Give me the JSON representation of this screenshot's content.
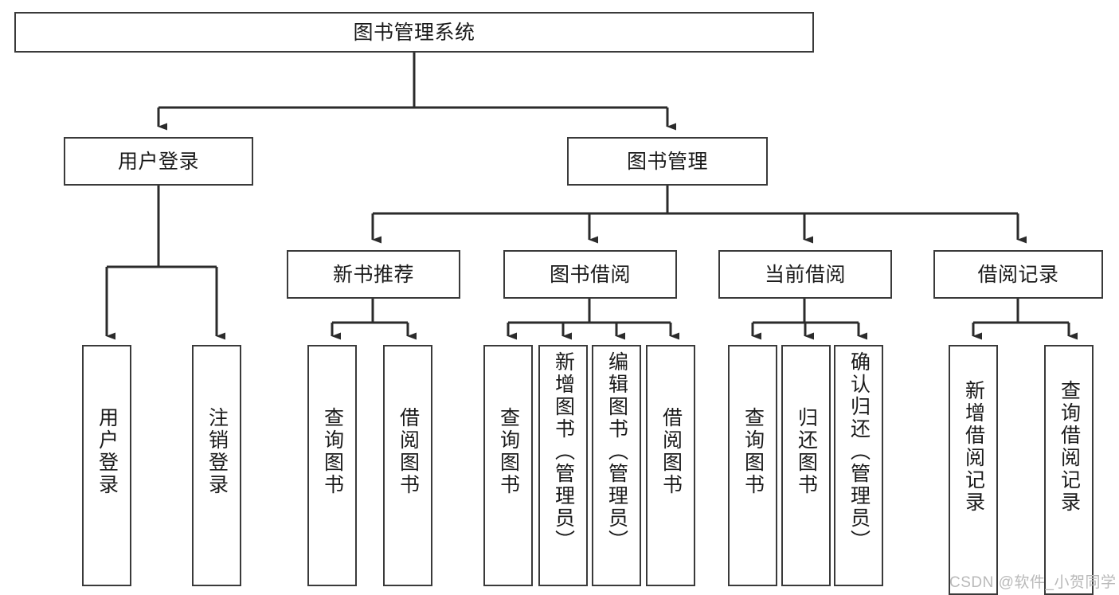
{
  "diagram": {
    "type": "tree-hierarchy",
    "title": "图书管理系统",
    "orientation": "top-down",
    "nodes": {
      "root": {
        "label": "图书管理系统",
        "level": 0
      },
      "user_login": {
        "label": "用户登录",
        "level": 1
      },
      "book_manage": {
        "label": "图书管理",
        "level": 1
      },
      "new_book_rec": {
        "label": "新书推荐",
        "level": 2
      },
      "book_borrow": {
        "label": "图书借阅",
        "level": 2
      },
      "current_borrow": {
        "label": "当前借阅",
        "level": 2
      },
      "borrow_record": {
        "label": "借阅记录",
        "level": 2
      },
      "leaf_user_login": {
        "label": "用户登录",
        "level": 3
      },
      "leaf_logout": {
        "label": "注销登录",
        "level": 3
      },
      "leaf_query_book_a": {
        "label": "查询图书",
        "level": 3
      },
      "leaf_borrow_book_a": {
        "label": "借阅图书",
        "level": 3
      },
      "leaf_query_book_b": {
        "label": "查询图书",
        "level": 3
      },
      "leaf_add_book": {
        "label": "新增图书（管理员）",
        "level": 3
      },
      "leaf_edit_book": {
        "label": "编辑图书（管理员）",
        "level": 3
      },
      "leaf_borrow_book_b": {
        "label": "借阅图书",
        "level": 3
      },
      "leaf_query_book_c": {
        "label": "查询图书",
        "level": 3
      },
      "leaf_return_book": {
        "label": "归还图书",
        "level": 3
      },
      "leaf_confirm_return": {
        "label": "确认归还（管理员）",
        "level": 3
      },
      "leaf_add_record": {
        "label": "新增借阅记录",
        "level": 3
      },
      "leaf_query_record": {
        "label": "查询借阅记录",
        "level": 3
      }
    },
    "edges": [
      {
        "from": "root",
        "to": "user_login"
      },
      {
        "from": "root",
        "to": "book_manage"
      },
      {
        "from": "user_login",
        "to": "leaf_user_login"
      },
      {
        "from": "user_login",
        "to": "leaf_logout"
      },
      {
        "from": "book_manage",
        "to": "new_book_rec"
      },
      {
        "from": "book_manage",
        "to": "book_borrow"
      },
      {
        "from": "book_manage",
        "to": "current_borrow"
      },
      {
        "from": "book_manage",
        "to": "borrow_record"
      },
      {
        "from": "new_book_rec",
        "to": "leaf_query_book_a"
      },
      {
        "from": "new_book_rec",
        "to": "leaf_borrow_book_a"
      },
      {
        "from": "book_borrow",
        "to": "leaf_query_book_b"
      },
      {
        "from": "book_borrow",
        "to": "leaf_add_book"
      },
      {
        "from": "book_borrow",
        "to": "leaf_edit_book"
      },
      {
        "from": "book_borrow",
        "to": "leaf_borrow_book_b"
      },
      {
        "from": "current_borrow",
        "to": "leaf_query_book_c"
      },
      {
        "from": "current_borrow",
        "to": "leaf_return_book"
      },
      {
        "from": "current_borrow",
        "to": "leaf_confirm_return"
      },
      {
        "from": "borrow_record",
        "to": "leaf_add_record"
      },
      {
        "from": "borrow_record",
        "to": "leaf_query_record"
      }
    ]
  },
  "colors": {
    "background": "#ffffff",
    "node_border": "#3a3a3a",
    "node_fill": "#ffffff",
    "edge": "#2b2b2b",
    "text": "#1a1a1a",
    "watermark": "#b9b9b9"
  },
  "watermark": {
    "text": "CSDN @软件_小贺同学"
  }
}
